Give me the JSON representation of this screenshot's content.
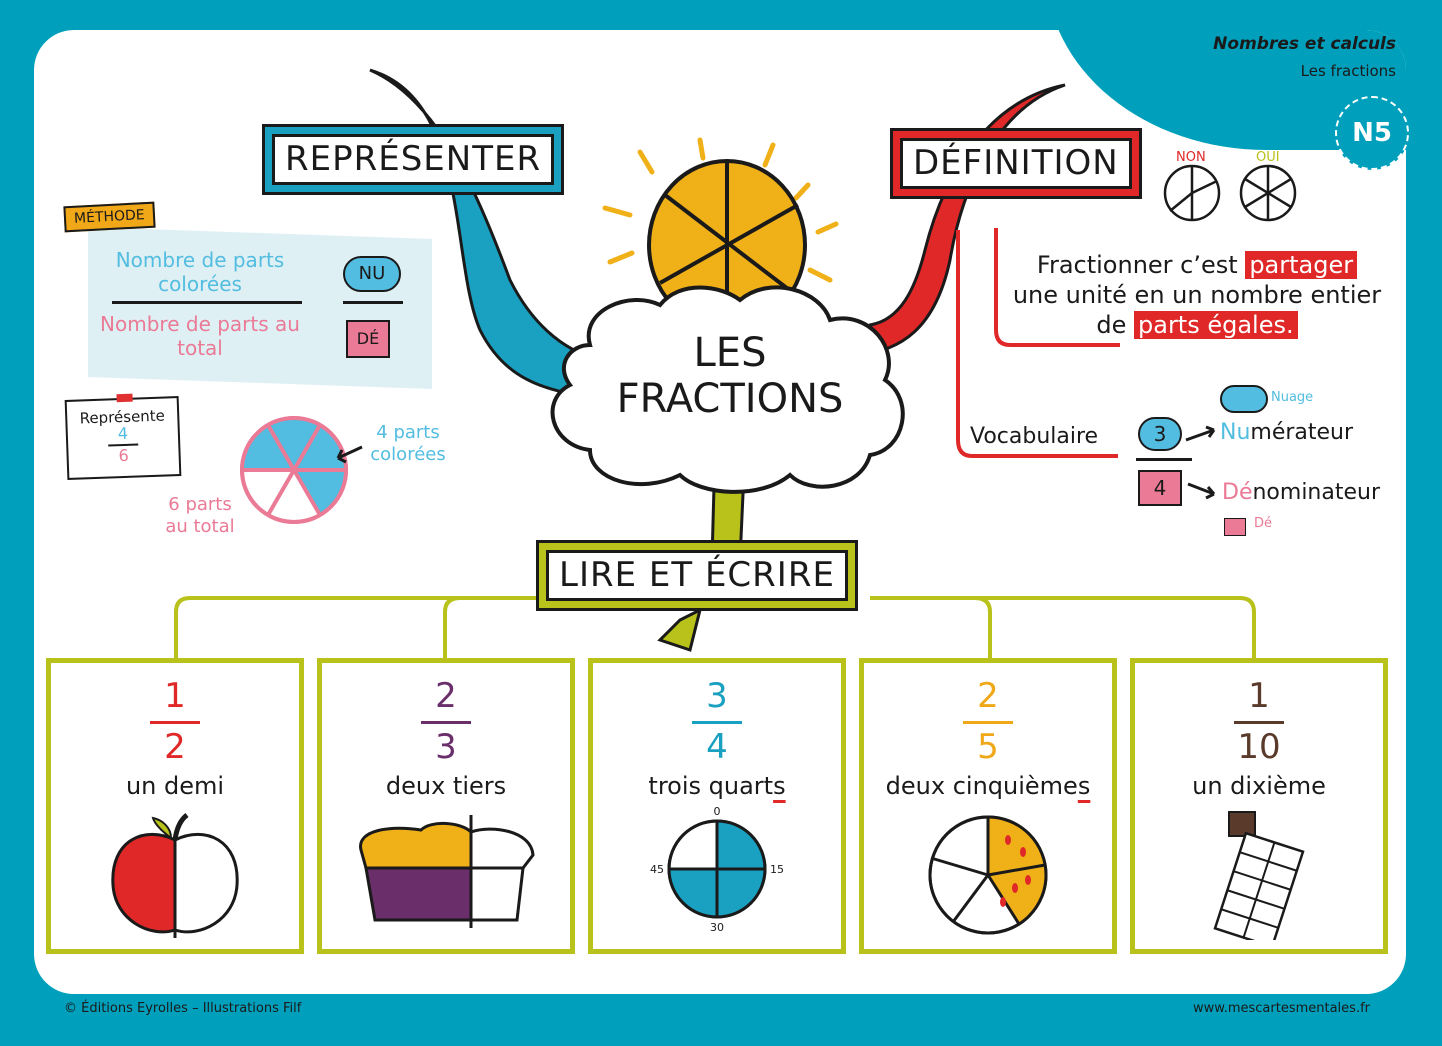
{
  "header": {
    "category": "Nombres et calculs",
    "subtitle": "Les fractions",
    "badge": "N5"
  },
  "center": {
    "title_line1": "LES",
    "title_line2": "FRACTIONS"
  },
  "branches": {
    "represent": "REPRÉSENTER",
    "definition": "DÉFINITION",
    "read_write": "LIRE ET ÉCRIRE"
  },
  "method": {
    "tag": "MÉTHODE",
    "numerator_text": "Nombre de parts colorées",
    "denominator_text": "Nombre de parts au total",
    "nu_label": "NU",
    "de_label": "DÉ"
  },
  "represent_example": {
    "card_title": "Représente",
    "numerator": "4",
    "denominator": "6",
    "colored_label": "4 parts colorées",
    "total_label": "6 parts au total"
  },
  "definition": {
    "non_label": "NON",
    "oui_label": "OUI",
    "text_part1": "Fractionner c’est",
    "highlight1": "partager",
    "text_part2": "une unité en un nombre entier de",
    "highlight2": "parts égales.",
    "vocab_label": "Vocabulaire",
    "vocab_numerator": "3",
    "vocab_denominator": "4",
    "numerator_prefix": "Nu",
    "numerator_rest": "mérateur",
    "denominator_prefix": "Dé",
    "denominator_rest": "nominateur",
    "nuage_label": "Nuage",
    "de_label": "Dé"
  },
  "fractions": [
    {
      "numerator": "1",
      "denominator": "2",
      "word": "un demi",
      "word_suffix": "",
      "color": "#e02828",
      "illustration": "apple"
    },
    {
      "numerator": "2",
      "denominator": "3",
      "word": "deux tiers",
      "word_suffix": "",
      "color": "#6a2e6a",
      "illustration": "cake"
    },
    {
      "numerator": "3",
      "denominator": "4",
      "word": "trois quart",
      "word_suffix": "s",
      "color": "#1aa0c0",
      "illustration": "clock",
      "clock_labels": [
        "0",
        "15",
        "30",
        "45"
      ]
    },
    {
      "numerator": "2",
      "denominator": "5",
      "word": "deux cinquième",
      "word_suffix": "s",
      "color": "#f0a818",
      "illustration": "pizza"
    },
    {
      "numerator": "1",
      "denominator": "10",
      "word": "un dixième",
      "word_suffix": "",
      "color": "#5a3a2a",
      "illustration": "chocolate"
    }
  ],
  "footer": {
    "credits": "© Éditions Eyrolles – Illustrations Filf",
    "website": "www.mescartesmentales.fr"
  },
  "colors": {
    "frame": "#00a0bc",
    "represent": "#1aa0c0",
    "definition": "#e02828",
    "read_write": "#b8c21a",
    "sun": "#f0b018",
    "numerator": "#52bde0",
    "denominator": "#ea7a95"
  }
}
